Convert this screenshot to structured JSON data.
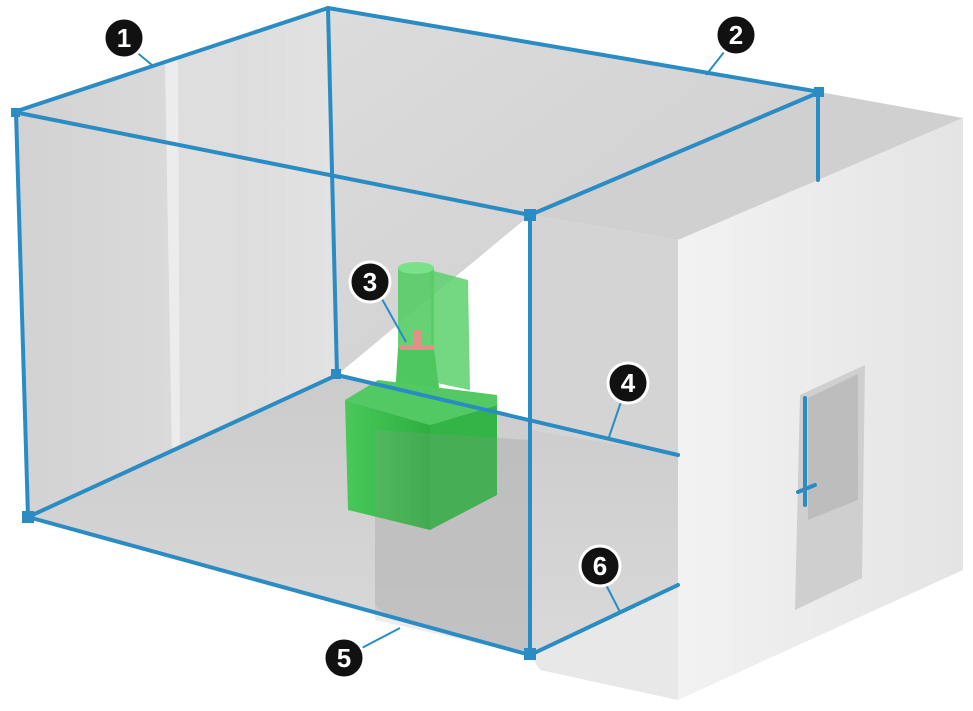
{
  "diagram": {
    "colors": {
      "frame": "#2b8cc4",
      "wall_light": "#e6e6e6",
      "wall_mid": "#d6d6d6",
      "floor": "#cfcfcf",
      "equipment": "#39c24a",
      "callout_fill": "#111111",
      "callout_text": "#ffffff",
      "marker": "#f08a8a"
    },
    "callouts": [
      {
        "id": "1",
        "label": "1"
      },
      {
        "id": "2",
        "label": "2"
      },
      {
        "id": "3",
        "label": "3"
      },
      {
        "id": "4",
        "label": "4"
      },
      {
        "id": "5",
        "label": "5"
      },
      {
        "id": "6",
        "label": "6"
      }
    ]
  }
}
